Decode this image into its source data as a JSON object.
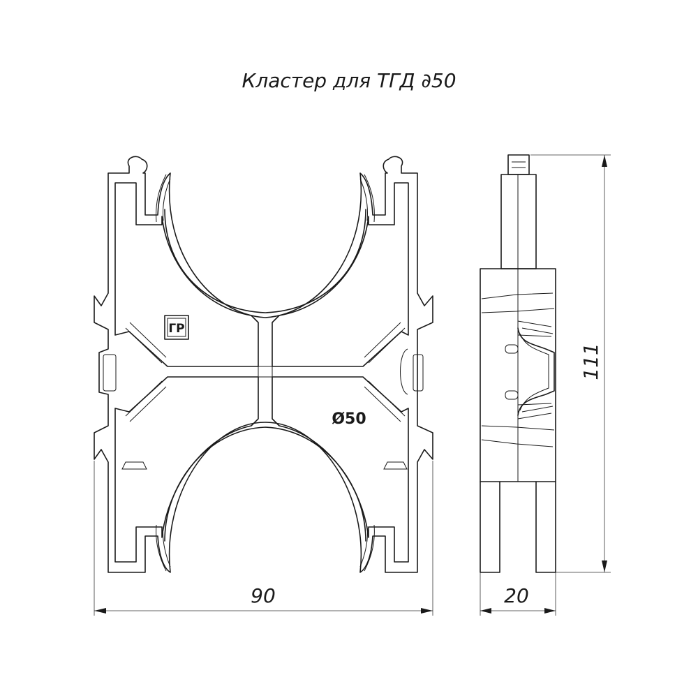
{
  "title": "Кластер для ТГД  ∂50",
  "front_view": {
    "logo_text": "ГР",
    "diameter_mark": "Ø50",
    "width_dimension": "90"
  },
  "side_view": {
    "depth_dimension": "20",
    "height_dimension": "111"
  }
}
